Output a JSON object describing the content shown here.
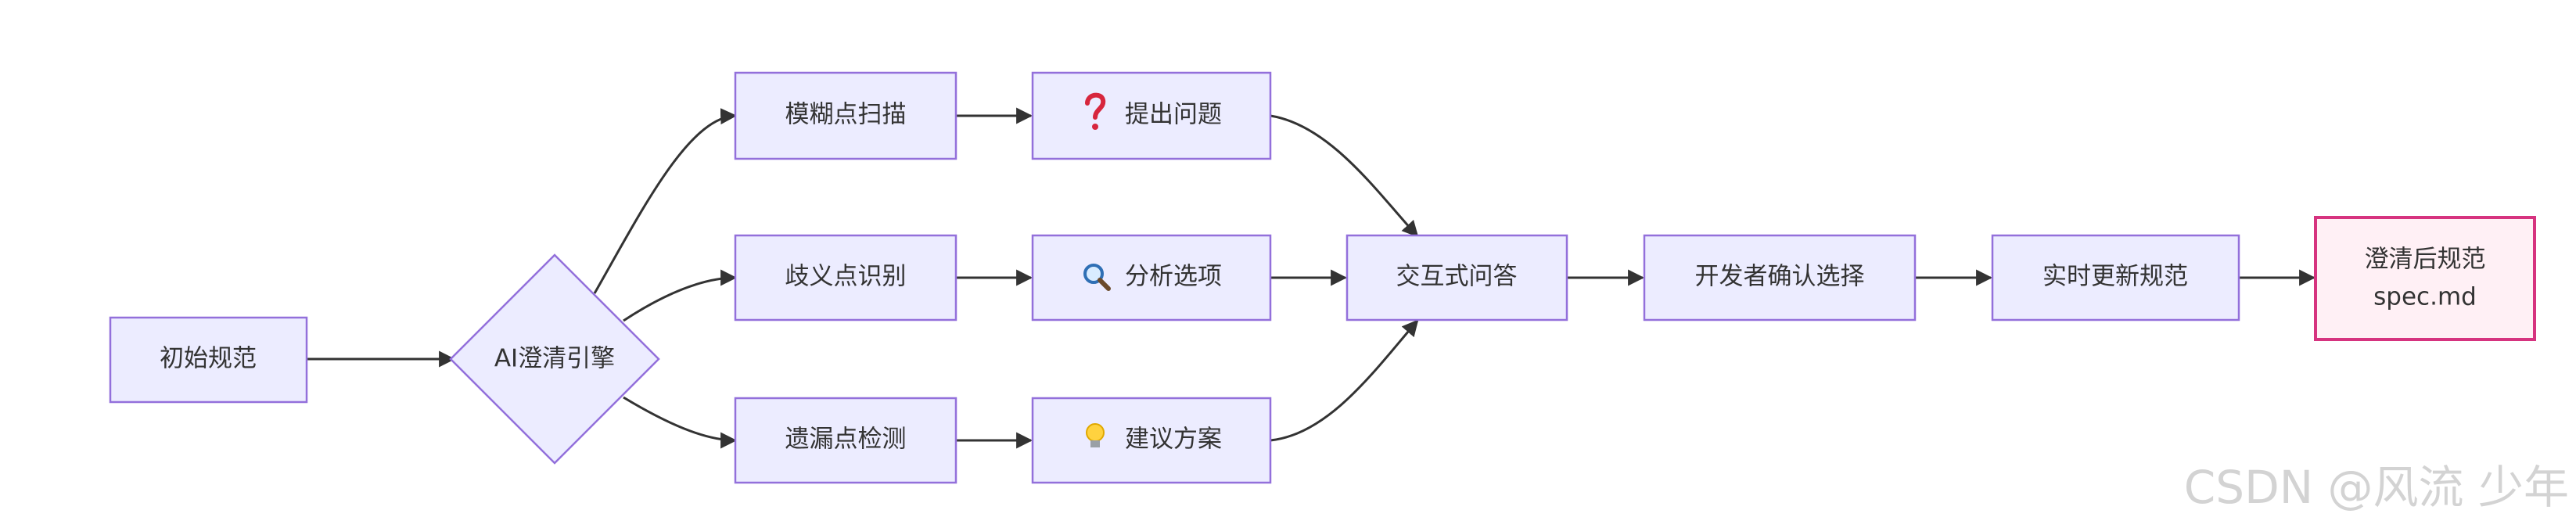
{
  "diagram": {
    "nodes": {
      "start": "初始规范",
      "engine": "AI澄清引擎",
      "fuzzy": "模糊点扫描",
      "ambiguity": "歧义点识别",
      "omission": "遗漏点检测",
      "questions": "提出问题",
      "analysis": "分析选项",
      "suggestion": "建议方案",
      "qa": "交互式问答",
      "confirm": "开发者确认选择",
      "update": "实时更新规范",
      "final_line1": "澄清后规范",
      "final_line2": "spec.md"
    },
    "icons": {
      "questions": "question-mark-icon",
      "analysis": "magnifier-icon",
      "suggestion": "lightbulb-icon"
    },
    "colors": {
      "node_fill": "#ECECFF",
      "node_stroke": "#9370DB",
      "final_fill": "#FFF0F5",
      "final_stroke": "#D6337F",
      "edge": "#333333"
    }
  },
  "watermark": "CSDN @风流 少年"
}
